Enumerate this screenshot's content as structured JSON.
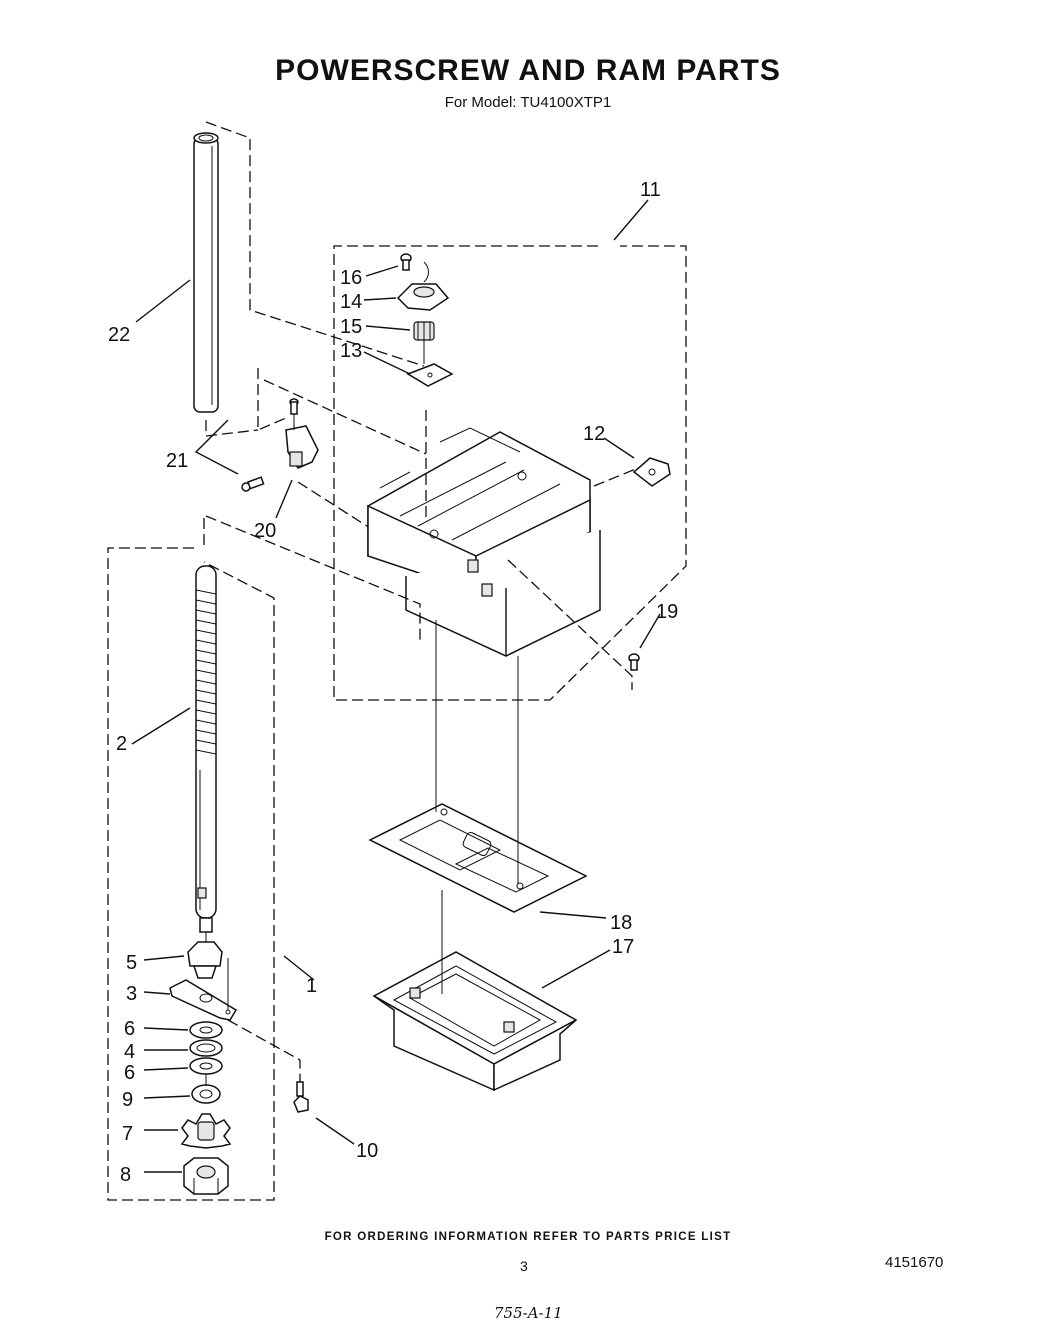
{
  "header": {
    "title": "POWERSCREW AND RAM PARTS",
    "subtitle": "For Model: TU4100XTP1"
  },
  "callouts": [
    {
      "number": "1"
    },
    {
      "number": "2"
    },
    {
      "number": "3"
    },
    {
      "number": "4"
    },
    {
      "number": "5"
    },
    {
      "number": "6"
    },
    {
      "number": "6"
    },
    {
      "number": "7"
    },
    {
      "number": "8"
    },
    {
      "number": "9"
    },
    {
      "number": "10"
    },
    {
      "number": "11"
    },
    {
      "number": "12"
    },
    {
      "number": "13"
    },
    {
      "number": "14"
    },
    {
      "number": "15"
    },
    {
      "number": "16"
    },
    {
      "number": "17"
    },
    {
      "number": "18"
    },
    {
      "number": "19"
    },
    {
      "number": "20"
    },
    {
      "number": "21"
    },
    {
      "number": "22"
    }
  ],
  "footer": {
    "ordering_note": "FOR ORDERING INFORMATION REFER TO PARTS PRICE LIST",
    "page_number": "3",
    "document_number": "4151670",
    "handwritten_note": "755-A-11"
  }
}
